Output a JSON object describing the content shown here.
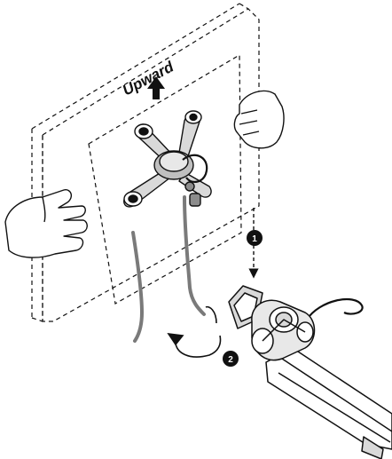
{
  "diagram": {
    "direction_label": "Upward",
    "steps": [
      {
        "number": "1"
      },
      {
        "number": "2"
      }
    ],
    "colors": {
      "line": "#111111",
      "cable": "#7a7a7a",
      "metal": "#d9d9d9",
      "metal_dark": "#8c8c8c",
      "background": "#ffffff"
    },
    "icons": [
      "left-hand-icon",
      "right-hand-icon",
      "up-arrow-icon",
      "mounting-bracket-icon",
      "monitor-arm-icon",
      "rotate-arrow-icon",
      "down-arrow-icon"
    ]
  }
}
